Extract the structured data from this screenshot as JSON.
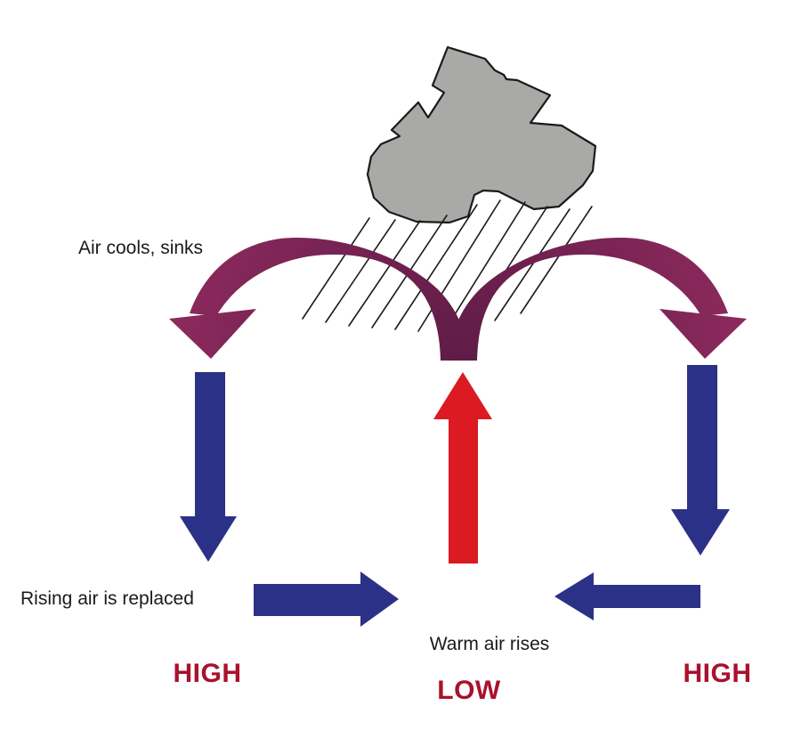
{
  "diagram": {
    "type": "weather-convection-cycle",
    "labels": {
      "air_cools_sinks": "Air cools, sinks",
      "rising_air_replaced": "Rising air is replaced",
      "warm_air_rises": "Warm air rises",
      "high_left": "HIGH",
      "low_center": "LOW",
      "high_right": "HIGH"
    },
    "colors": {
      "cloud_gray": "#A9A9A7",
      "cloud_outline": "#1A1A1A",
      "rain_black": "#1A1A1A",
      "outflow_purple_center": "#5E1C46",
      "outflow_purple_mid": "#6F2150",
      "outflow_purple_tip": "#8E2A5D",
      "pressure_arrow_blue": "#2B3186",
      "rising_arrow_red": "#DB1A21",
      "pressure_text_red": "#A9112C",
      "label_text_black": "#1A1A1A"
    }
  }
}
